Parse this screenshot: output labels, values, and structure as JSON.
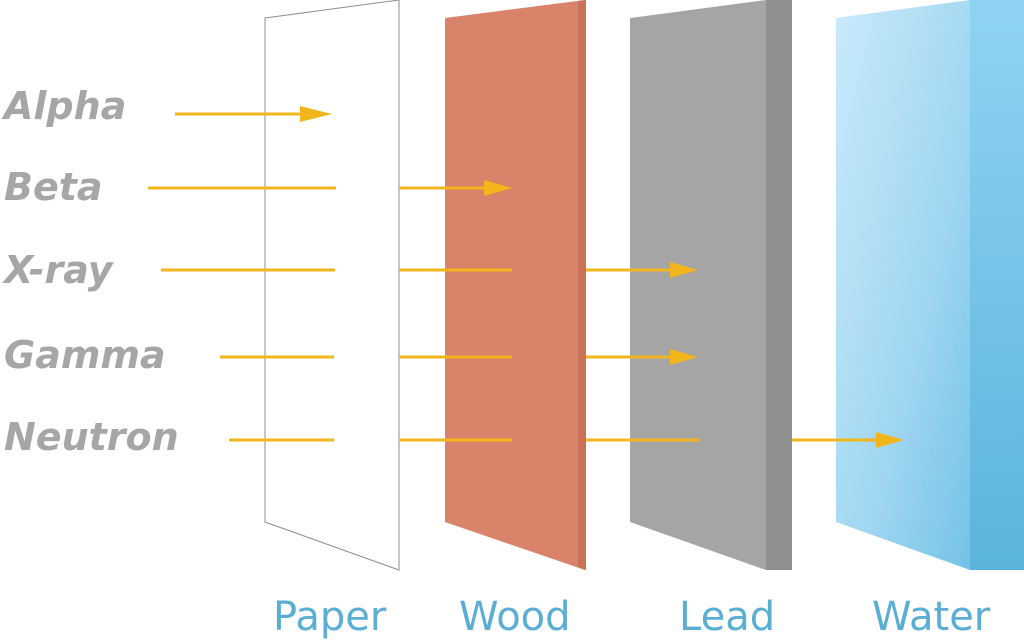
{
  "radiation_types": [
    {
      "label": "Alpha",
      "penetrates": 0
    },
    {
      "label": "Beta",
      "penetrates": 1
    },
    {
      "label": "X-ray",
      "penetrates": 2
    },
    {
      "label": "Gamma",
      "penetrates": 2
    },
    {
      "label": "Neutron",
      "penetrates": 3
    }
  ],
  "materials": [
    {
      "label": "Paper",
      "color": "#ffffff"
    },
    {
      "label": "Wood",
      "color": "#d8836a"
    },
    {
      "label": "Lead",
      "color": "#a5a5a6"
    },
    {
      "label": "Water",
      "color": "#9fd7f2"
    }
  ],
  "colors": {
    "ray": "#f2b51c",
    "radiation_label": "#a6a6a6",
    "material_label": "#5aaed3"
  }
}
